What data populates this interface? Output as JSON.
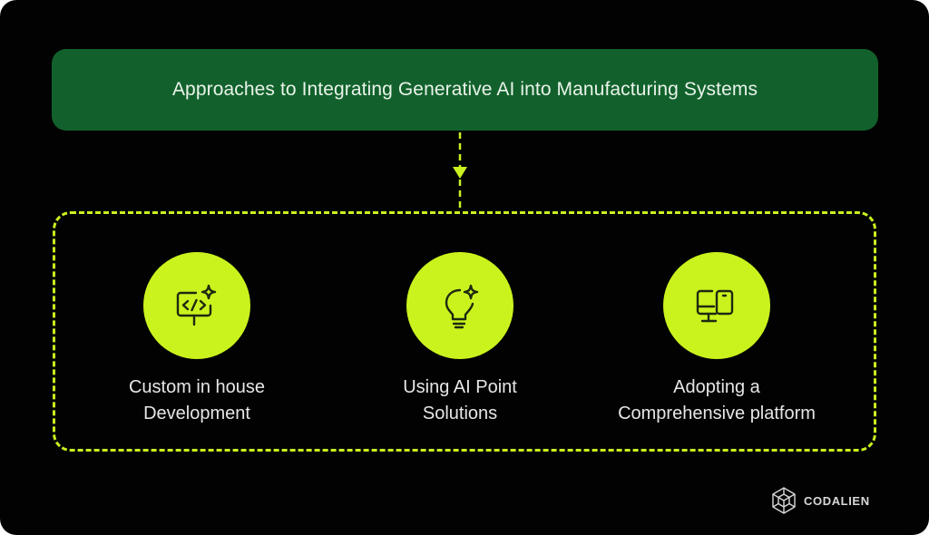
{
  "title": "Approaches to Integrating Generative AI into Manufacturing Systems",
  "items": [
    {
      "line1": "Custom in house",
      "line2": "Development",
      "icon": "code-board-sparkle-icon"
    },
    {
      "line1": "Using AI Point",
      "line2": "Solutions",
      "icon": "lightbulb-sparkle-icon"
    },
    {
      "line1": "Adopting a",
      "line2": "Comprehensive platform",
      "icon": "monitor-tablet-icon"
    }
  ],
  "brand": {
    "name": "CODALIEN",
    "icon": "hexagon-cube-logo-icon"
  },
  "colors": {
    "background": "#020202",
    "title_box": "#12612c",
    "accent_lime": "#caf31e",
    "icon_stroke": "#1c2a10",
    "text": "#e6e6e6"
  }
}
